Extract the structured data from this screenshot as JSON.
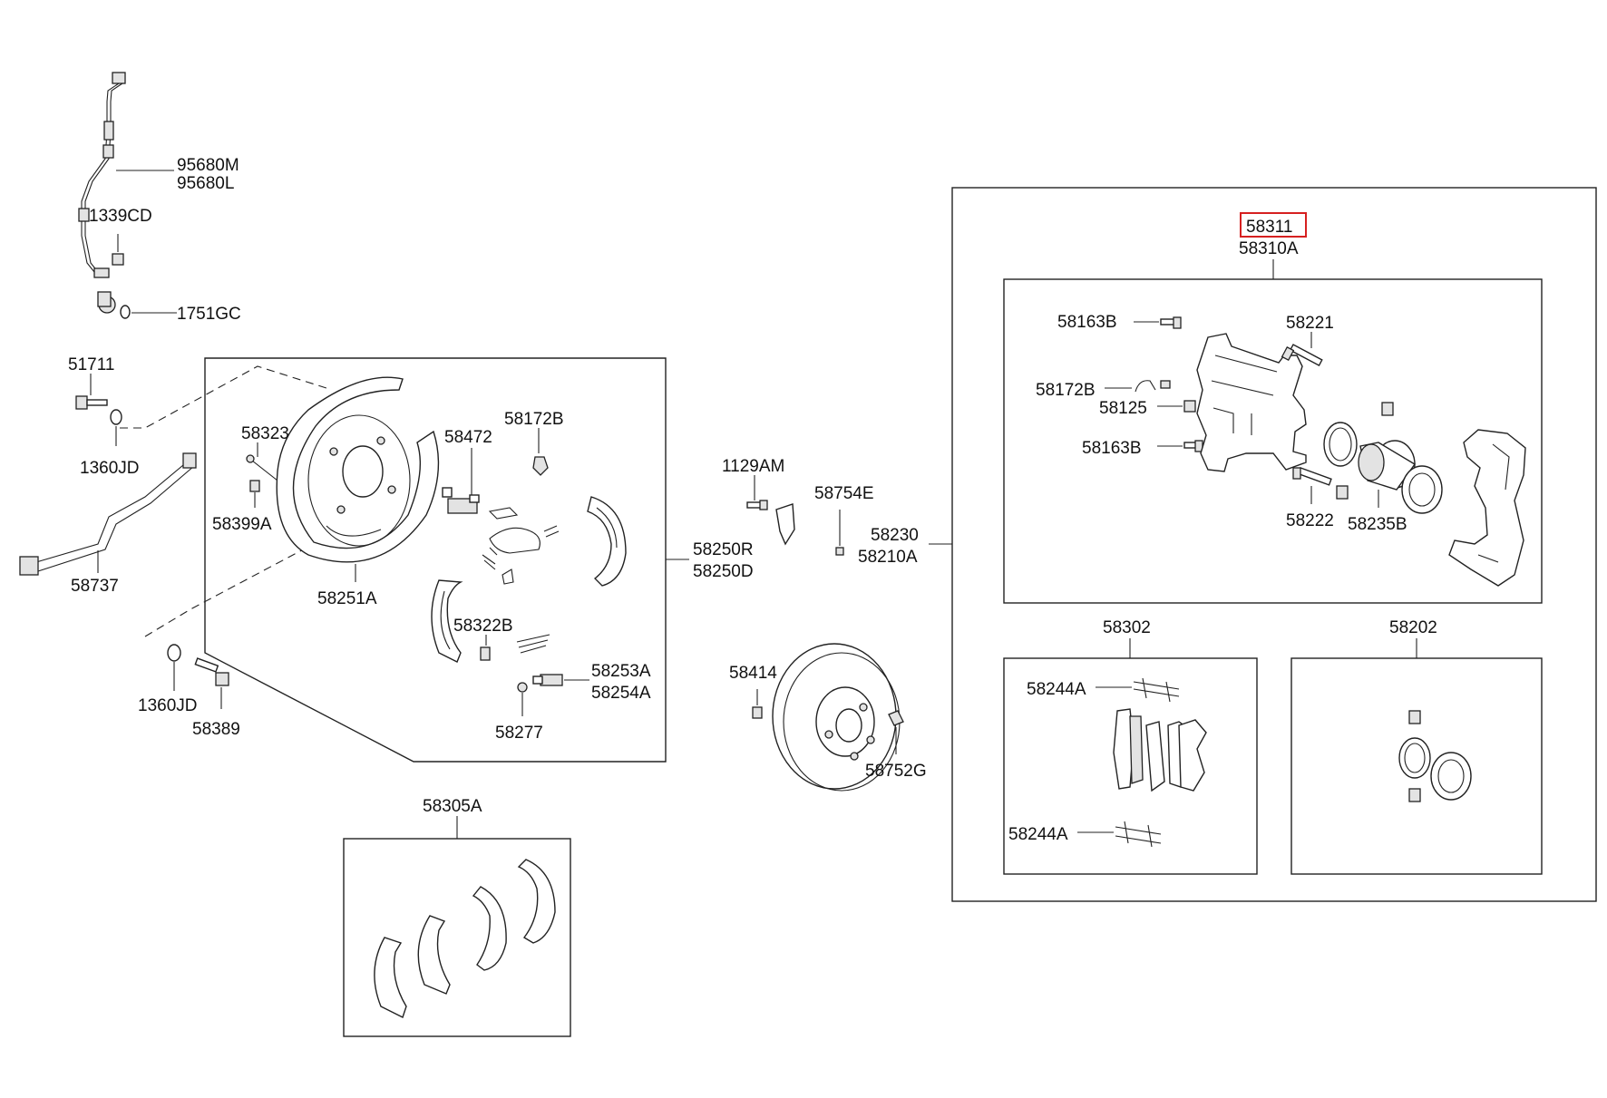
{
  "highlighted_part": "58311",
  "labels": {
    "l95680M": "95680M",
    "l95680L": "95680L",
    "l1339CD": "1339CD",
    "l1751GC": "1751GC",
    "l51711": "51711",
    "l1360JD_a": "1360JD",
    "l58737": "58737",
    "l58323": "58323",
    "l58399A": "58399A",
    "l58251A": "58251A",
    "l58472": "58472",
    "l58172B_rear": "58172B",
    "l58322B": "58322B",
    "l58253A": "58253A",
    "l58254A": "58254A",
    "l58277": "58277",
    "l1360JD_b": "1360JD",
    "l58389": "58389",
    "l58250R": "58250R",
    "l58250D": "58250D",
    "l1129AM": "1129AM",
    "l58754E": "58754E",
    "l58230": "58230",
    "l58210A": "58210A",
    "l58414": "58414",
    "l58752G": "58752G",
    "l58305A": "58305A",
    "l58311": "58311",
    "l58310A": "58310A",
    "l58163B_a": "58163B",
    "l58172B_front": "58172B",
    "l58125": "58125",
    "l58163B_b": "58163B",
    "l58221": "58221",
    "l58222": "58222",
    "l58235B": "58235B",
    "l58302": "58302",
    "l58202": "58202",
    "l58244A_a": "58244A",
    "l58244A_b": "58244A"
  }
}
